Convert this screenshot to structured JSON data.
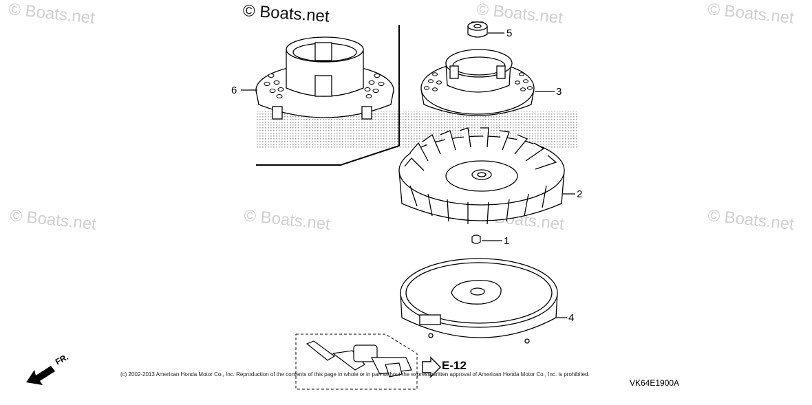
{
  "brand": "© Boats.net",
  "watermarks": [
    "© Boats.net",
    "© Boats.net",
    "© Boats.net",
    "© Boats.net",
    "© Boats.net",
    "© Boats.net",
    "© Boats.net"
  ],
  "callouts": [
    "1",
    "2",
    "3",
    "4",
    "5",
    "6"
  ],
  "reference": "E-12",
  "direction_label": "FR.",
  "copyright": "(c) 2002-2013 American Honda Motor Co., Inc. Reproduction of the contents of this page in whole or in part without the express written approval of American Honda Motor Co., Inc. is prohibited.",
  "part_code": "VK64E1900A",
  "colors": {
    "line": "#000000",
    "watermark": "#d0d0d0",
    "stipple": "#9a9a9a"
  }
}
